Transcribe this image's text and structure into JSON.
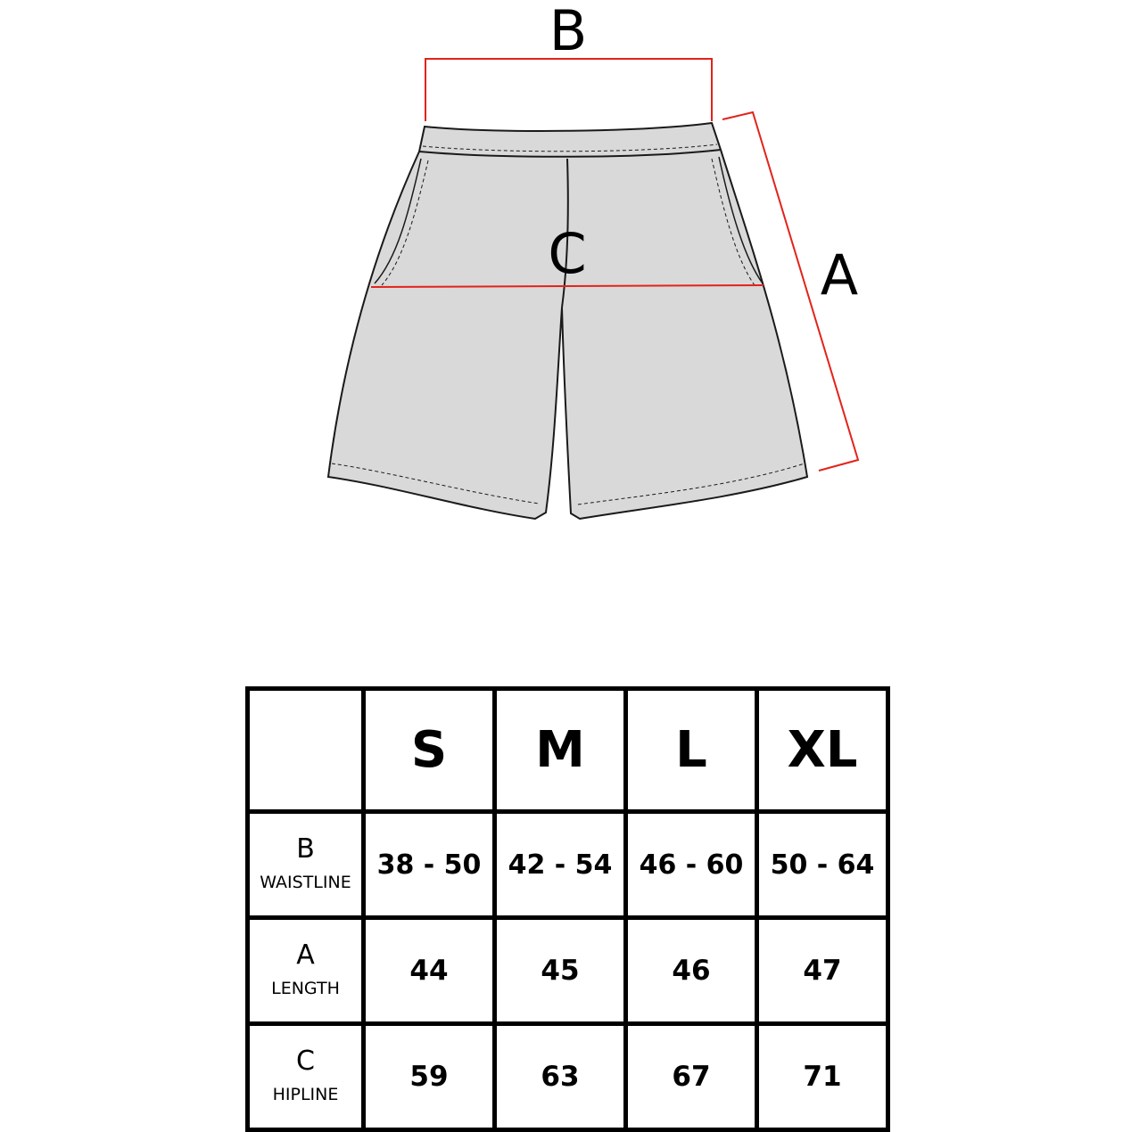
{
  "diagram": {
    "label_b": "B",
    "label_a": "A",
    "label_c": "C",
    "colors": {
      "garment_fill": "#d9d9d9",
      "outline": "#1a1a1a",
      "measure_line": "#e2231a"
    }
  },
  "size_table": {
    "sizes": [
      "S",
      "M",
      "L",
      "XL"
    ],
    "rows": [
      {
        "letter": "B",
        "name": "WAISTLINE",
        "values": [
          "38 - 50",
          "42 - 54",
          "46 - 60",
          "50 - 64"
        ]
      },
      {
        "letter": "A",
        "name": "LENGTH",
        "values": [
          "44",
          "45",
          "46",
          "47"
        ]
      },
      {
        "letter": "C",
        "name": "HIPLINE",
        "values": [
          "59",
          "63",
          "67",
          "71"
        ]
      }
    ]
  }
}
